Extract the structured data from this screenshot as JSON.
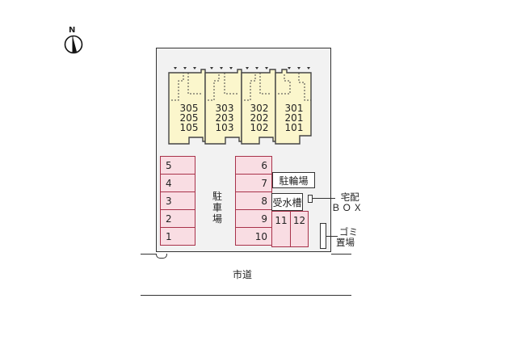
{
  "compass": {
    "label": "N",
    "icon": "north-arrow-icon"
  },
  "building": {
    "units": [
      {
        "floors": [
          "305",
          "205",
          "105"
        ]
      },
      {
        "floors": [
          "303",
          "203",
          "103"
        ]
      },
      {
        "floors": [
          "302",
          "202",
          "102"
        ]
      },
      {
        "floors": [
          "301",
          "201",
          "101"
        ]
      }
    ]
  },
  "parking": {
    "label_chars": [
      "駐",
      "車",
      "場"
    ],
    "left_column": [
      "5",
      "4",
      "3",
      "2",
      "1"
    ],
    "right_column": [
      "6",
      "7",
      "8",
      "9",
      "10"
    ],
    "extra": [
      "11",
      "12"
    ]
  },
  "facilities": {
    "bicycle_parking": "駐輪場",
    "water_tank": "受水槽",
    "delivery_box_line1": "宅配",
    "delivery_box_line2": "ＢＯＸ",
    "garbage_line1": "ゴミ",
    "garbage_line2": "置場"
  },
  "road": {
    "label": "市道"
  },
  "colors": {
    "lot_fill": "#f2f2f2",
    "unit_fill": "#fbf6cc",
    "parking_fill": "#f9dde3",
    "parking_border": "#a8324a"
  }
}
